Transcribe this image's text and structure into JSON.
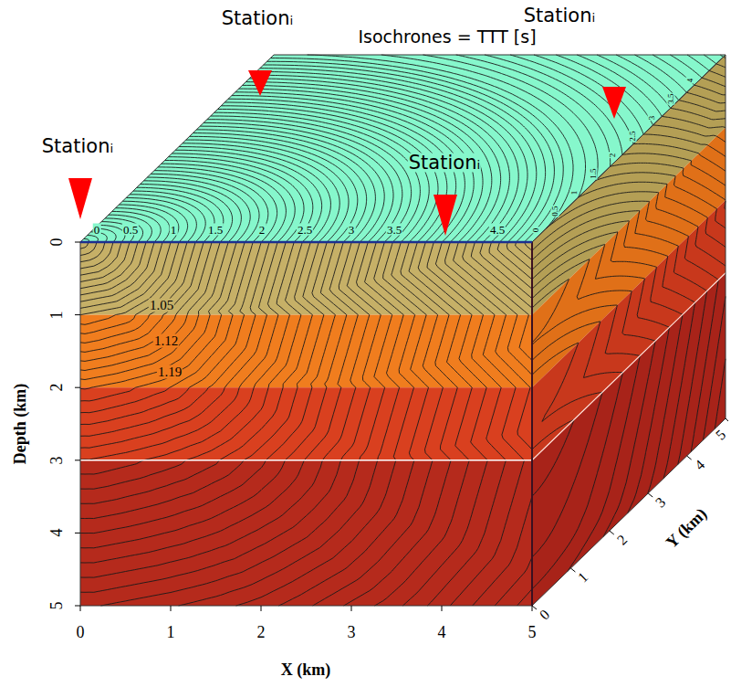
{
  "diagram": {
    "labels": [
      "Stationᵢ",
      "Stationᵢ",
      "Isochrones = TTT [s]",
      "Stationᵢ",
      "Stationᵢ",
      "0",
      "0.5",
      "1",
      "1.5",
      "2",
      "2.5",
      "3",
      "3.5",
      "4.5",
      "0",
      "0.5",
      "1",
      "1.5",
      "2",
      "2.5",
      "3",
      "3.5",
      "4",
      "1.05",
      "1.12",
      "1.19",
      "0",
      "1",
      "2",
      "3",
      "4",
      "5",
      "Depth (km)",
      "0",
      "1",
      "2",
      "3",
      "4",
      "5",
      "X (km)",
      "0",
      "1",
      "2",
      "3",
      "4",
      "5",
      "Y (km)"
    ]
  }
}
